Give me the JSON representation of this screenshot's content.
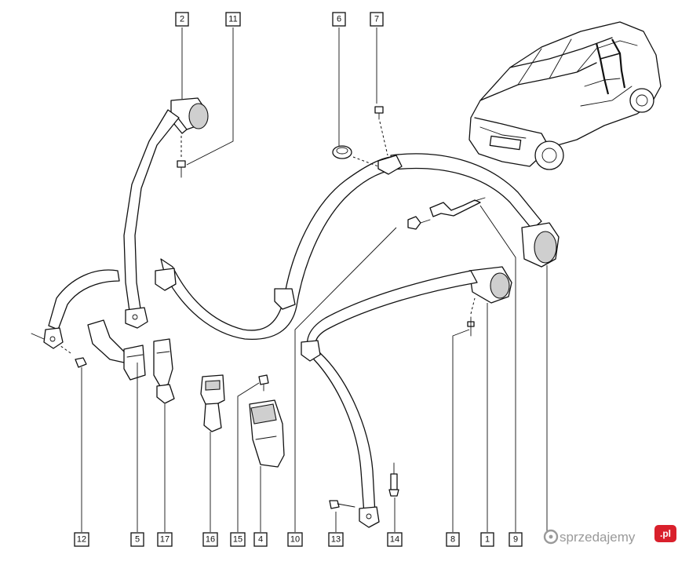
{
  "callouts": [
    {
      "id": "c1",
      "label": "1"
    },
    {
      "id": "c2",
      "label": "2"
    },
    {
      "id": "c4",
      "label": "4"
    },
    {
      "id": "c5",
      "label": "5"
    },
    {
      "id": "c6",
      "label": "6"
    },
    {
      "id": "c7",
      "label": "7"
    },
    {
      "id": "c8",
      "label": "8"
    },
    {
      "id": "c9",
      "label": "9"
    },
    {
      "id": "c10",
      "label": "10"
    },
    {
      "id": "c11",
      "label": "11"
    },
    {
      "id": "c12",
      "label": "12"
    },
    {
      "id": "c13",
      "label": "13"
    },
    {
      "id": "c14",
      "label": "14"
    },
    {
      "id": "c15",
      "label": "15"
    },
    {
      "id": "c16",
      "label": "16"
    },
    {
      "id": "c17",
      "label": "17"
    }
  ],
  "watermark": {
    "text": "sprzedajemy",
    "badge": ".pl"
  }
}
